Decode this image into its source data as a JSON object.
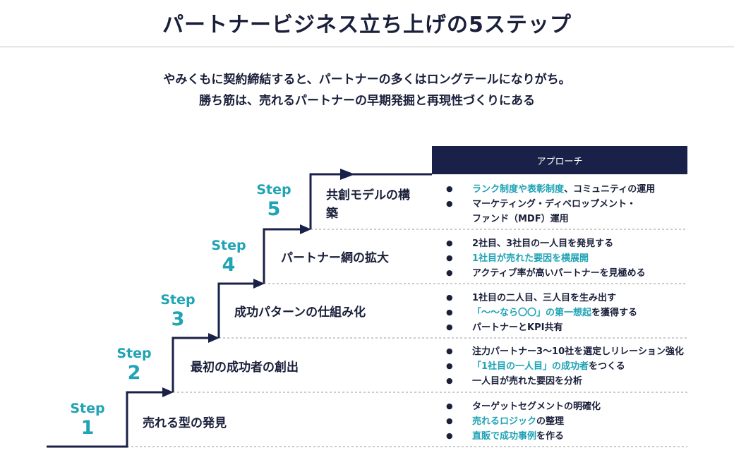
{
  "title": "パートナービジネス立ち上げの5ステップ",
  "subtitle": [
    "やみくもに契約締結すると、パートナーの多くはロングテールになりがち。",
    "勝ち筋は、売れるパートナーの早期発掘と再現性づくりにある"
  ],
  "approach_header": "アプローチ",
  "colors": {
    "navy": "#1a2148",
    "accent": "#1fa3b5",
    "text": "#1a1f3a"
  },
  "steps": [
    {
      "word": "Step",
      "num": "1",
      "title": "売れる型の発見",
      "items": [
        [
          {
            "t": "ターゲットセグメントの明確化",
            "h": false
          }
        ],
        [
          {
            "t": "売れるロジック",
            "h": true
          },
          {
            "t": "の整理",
            "h": false
          }
        ],
        [
          {
            "t": "直販で成功事例",
            "h": true
          },
          {
            "t": "を作る",
            "h": false
          }
        ]
      ]
    },
    {
      "word": "Step",
      "num": "2",
      "title": "最初の成功者の創出",
      "items": [
        [
          {
            "t": "注力パートナー3～10社を選定しリレーション強化",
            "h": false
          }
        ],
        [
          {
            "t": "「1社目の一人目」の成功者",
            "h": true
          },
          {
            "t": "をつくる",
            "h": false
          }
        ],
        [
          {
            "t": "一人目が売れた要因を分析",
            "h": false
          }
        ]
      ]
    },
    {
      "word": "Step",
      "num": "3",
      "title": "成功パターンの仕組み化",
      "items": [
        [
          {
            "t": "1社目の二人目、三人目を生み出す",
            "h": false
          }
        ],
        [
          {
            "t": "「～～なら〇〇」の第一想起",
            "h": true
          },
          {
            "t": "を獲得する",
            "h": false
          }
        ],
        [
          {
            "t": "パートナーとKPI共有",
            "h": false
          }
        ]
      ]
    },
    {
      "word": "Step",
      "num": "4",
      "title": "パートナー網の拡大",
      "items": [
        [
          {
            "t": "2社目、3社目の一人目を発見する",
            "h": false
          }
        ],
        [
          {
            "t": "1社目が売れた要因を横展開",
            "h": true
          }
        ],
        [
          {
            "t": "アクティブ率が高いパートナーを見極める",
            "h": false
          }
        ]
      ]
    },
    {
      "word": "Step",
      "num": "5",
      "title": "共創モデルの構築",
      "title_lines": [
        "共創モデルの構",
        "築"
      ],
      "items": [
        [
          {
            "t": "ランク制度や表彰制度",
            "h": true
          },
          {
            "t": "、コミュニティの運用",
            "h": false
          }
        ],
        [
          {
            "t": "マーケティング・ディベロップメント・",
            "h": false
          }
        ],
        [
          {
            "t": "ファンド（MDF）運用",
            "h": false
          }
        ]
      ]
    }
  ]
}
